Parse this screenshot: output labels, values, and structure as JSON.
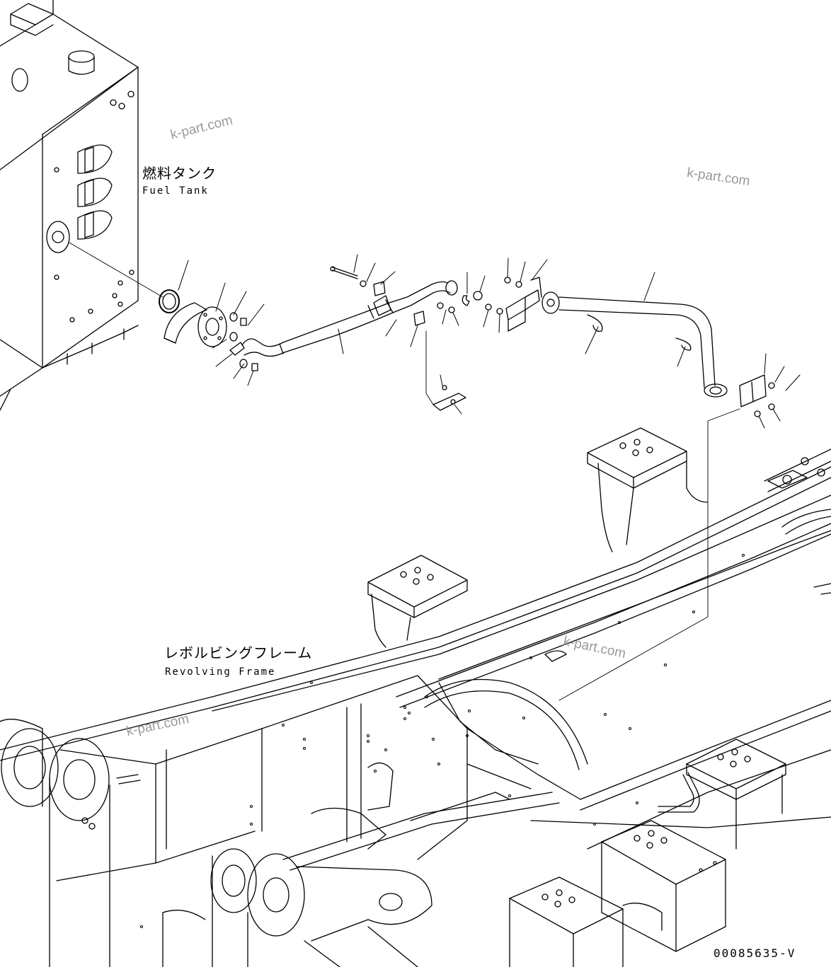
{
  "labels": {
    "fuel_tank_jp": "燃料タンク",
    "fuel_tank_en": "Fuel Tank",
    "revolving_frame_jp": "レボルビングフレーム",
    "revolving_frame_en": "Revolving Frame"
  },
  "watermark": "k-part.com",
  "drawing_code": "00085635-V",
  "colors": {
    "line": "#000000",
    "watermark": "#9a9a9a",
    "background": "#ffffff"
  }
}
